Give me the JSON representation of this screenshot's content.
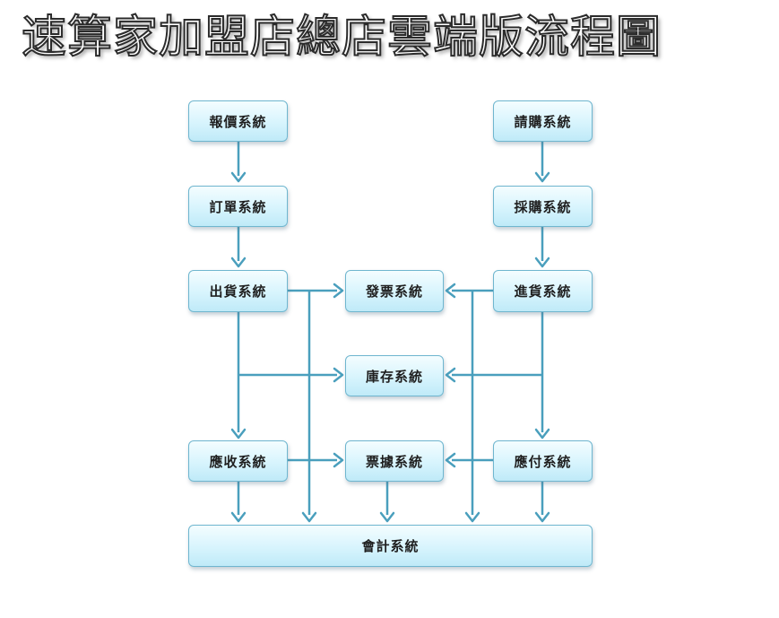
{
  "title": "速算家加盟店總店雲端版流程圖",
  "colors": {
    "connector": "#4a9fbd",
    "node_border": "#6fb6cf",
    "node_fill_top": "#f4fdff",
    "node_fill_bottom": "#bfeaf8"
  },
  "nodes": {
    "quote": "報價系統",
    "order": "訂單系統",
    "shipping": "出貨系統",
    "request": "請購系統",
    "purchase": "採購系統",
    "receiving": "進貨系統",
    "invoice": "發票系統",
    "inventory": "庫存系統",
    "receivable": "應收系統",
    "notes": "票據系統",
    "payable": "應付系統",
    "accounting": "會計系統"
  }
}
